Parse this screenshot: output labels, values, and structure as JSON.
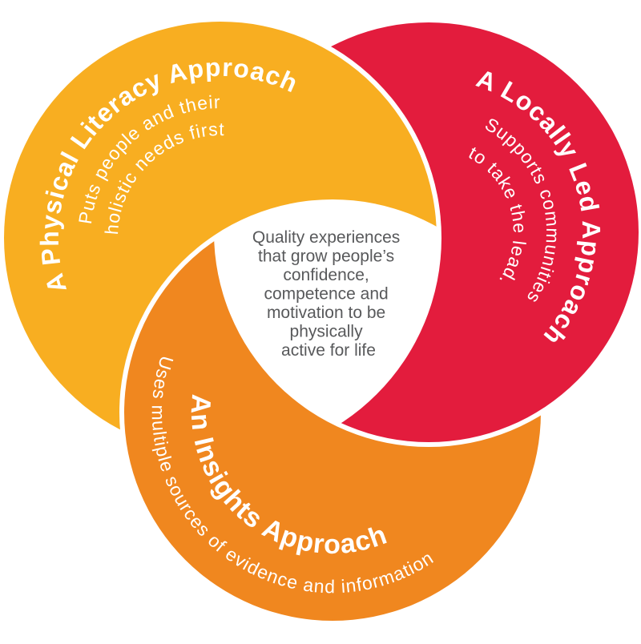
{
  "diagram": {
    "background": "#FFFFFF",
    "center_statement": {
      "color": "#58595B",
      "lines": [
        "Quality experiences",
        "that grow people’s",
        "confidence,",
        "competence and",
        "motivation to be",
        "physically",
        "active for life"
      ]
    },
    "circles": [
      {
        "key": "physical-literacy",
        "color": "#F8AE21",
        "title": "A Physical Literacy Approach",
        "subtitle_line1": "Puts people and their",
        "subtitle_line2": "holistic needs first"
      },
      {
        "key": "locally-led",
        "color": "#E31C3D",
        "title": "A Locally Led Approach",
        "subtitle_line1": "Supports communities",
        "subtitle_line2": "to take the lead."
      },
      {
        "key": "insights",
        "color": "#F0871F",
        "title": "An Insights Approach",
        "subtitle_line1": "Uses multiple sources of evidence and information"
      }
    ]
  }
}
